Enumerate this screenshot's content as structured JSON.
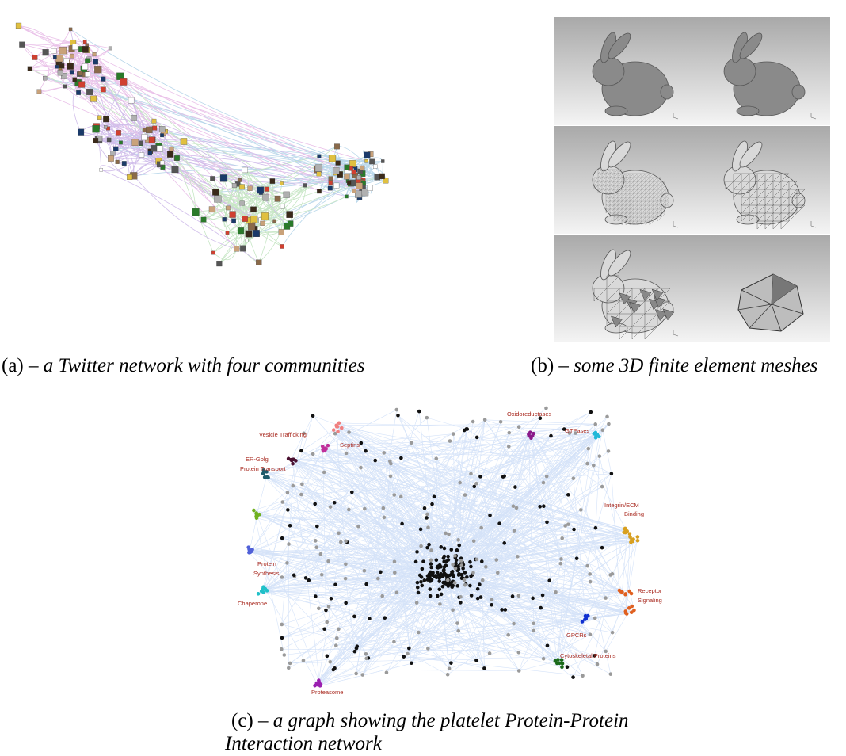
{
  "captions": {
    "a": {
      "tag": "(a)",
      "dash": " – ",
      "text": "a Twitter network with four communities"
    },
    "b": {
      "tag": "(b)",
      "dash": " – ",
      "text": "some 3D finite element meshes"
    },
    "c": {
      "tag": "(c)",
      "dash": " – ",
      "text_line1": "a graph showing the platelet Protein-Protein",
      "text_line2": "Interaction network"
    }
  },
  "twitter_network": {
    "communities": [
      {
        "name": "pink",
        "color": "#c24fc0"
      },
      {
        "name": "purple",
        "color": "#7b45c4"
      },
      {
        "name": "green",
        "color": "#5fb85a"
      },
      {
        "name": "blue",
        "color": "#3a8fc4"
      }
    ]
  },
  "meshes": {
    "levels": [
      "smooth",
      "smooth",
      "fine-mesh",
      "medium-mesh",
      "coarse-mesh",
      "very-coarse-mesh"
    ]
  },
  "ppi_network": {
    "edge_color": "#6a9be8",
    "node_colors": {
      "core": "#111111",
      "other": "#9a9a9a"
    },
    "clusters": [
      {
        "label": "Vesicle Trafficking",
        "color": "#c0309a"
      },
      {
        "label": "Septins",
        "color": "#f08080"
      },
      {
        "label": "ER-Golgi",
        "color": "#4a1030"
      },
      {
        "label": "Protein Transport",
        "color": "#1e5a6a"
      },
      {
        "label": "Oxidoreductases",
        "color": "#8a1a8a"
      },
      {
        "label": "GTPases",
        "color": "#20b8d8"
      },
      {
        "label": "Integrin/ECM",
        "color": "#d8a020"
      },
      {
        "label": "Binding",
        "color": "#d8a020"
      },
      {
        "label": "Protein",
        "color": "#70b020"
      },
      {
        "label": "Synthesis",
        "color": "#5060d8"
      },
      {
        "label": "Chaperone",
        "color": "#20c0c8"
      },
      {
        "label": "Receptor",
        "color": "#e06020"
      },
      {
        "label": "Signaling",
        "color": "#e06020"
      },
      {
        "label": "GPCRs",
        "color": "#1030d0"
      },
      {
        "label": "Cytoskeletal Proteins",
        "color": "#1a6a1a"
      },
      {
        "label": "Proteasome",
        "color": "#9a20b0"
      }
    ]
  }
}
